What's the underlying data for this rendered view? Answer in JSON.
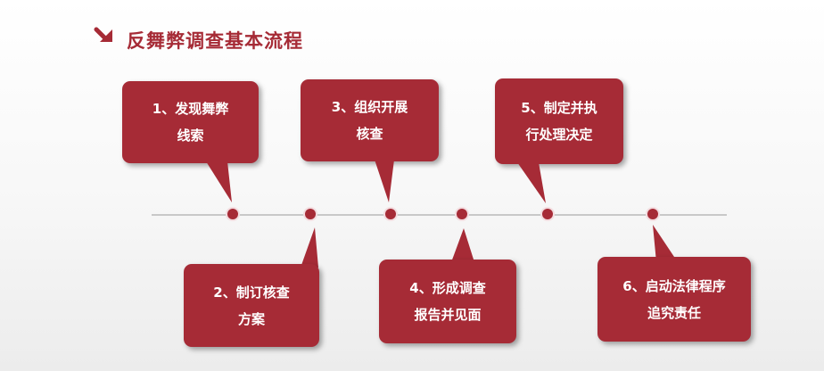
{
  "title": "反舞弊调查基本流程",
  "steps": [
    {
      "line1": "1、发现舞弊",
      "line2": "线索"
    },
    {
      "line1": "2、制订核查",
      "line2": "方案"
    },
    {
      "line1": "3、组织开展",
      "line2": "核查"
    },
    {
      "line1": "4、形成调查",
      "line2": "报告并见面"
    },
    {
      "line1": "5、制定并执",
      "line2": "行处理决定"
    },
    {
      "line1": "6、启动法律程序",
      "line2": "追究责任"
    }
  ],
  "colors": {
    "accent": "#a62b36",
    "line": "#c8c8c8"
  },
  "icons": {
    "title_icon": "arrow-down-right-icon"
  }
}
